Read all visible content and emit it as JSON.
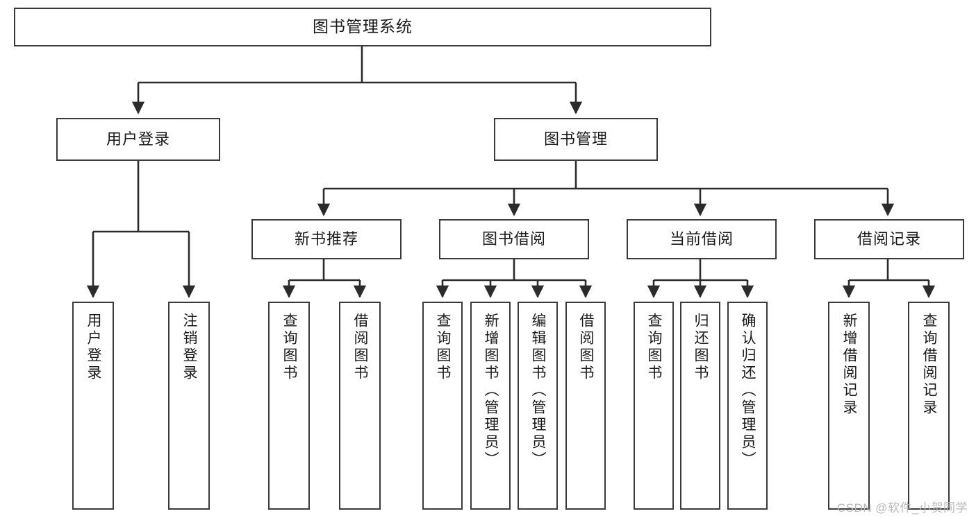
{
  "diagram": {
    "type": "tree-hierarchy-chart",
    "title": "图书管理系统",
    "orientation": "top-down",
    "colors": {
      "box_border": "#3a3a3a",
      "box_fill": "#ffffff",
      "edge": "#2b2b2b",
      "text": "#1a1a1a",
      "watermark": "#b9b9b9",
      "background": "#ffffff"
    }
  },
  "nodes": {
    "root": {
      "label": "图书管理系统"
    },
    "level2": [
      {
        "id": "user-login",
        "label": "用户登录"
      },
      {
        "id": "book-manage",
        "label": "图书管理"
      }
    ],
    "level3": [
      {
        "id": "new-book-recommend",
        "label": "新书推荐"
      },
      {
        "id": "book-borrow",
        "label": "图书借阅"
      },
      {
        "id": "current-borrow",
        "label": "当前借阅"
      },
      {
        "id": "borrow-record",
        "label": "借阅记录"
      }
    ],
    "leaves": {
      "user-login": [
        {
          "id": "leaf-user-login",
          "label": "用户登录"
        },
        {
          "id": "leaf-user-logout",
          "label": "注销登录"
        }
      ],
      "new-book-recommend": [
        {
          "id": "leaf-query-book-1",
          "label": "查询图书"
        },
        {
          "id": "leaf-borrow-book-1",
          "label": "借阅图书"
        }
      ],
      "book-borrow": [
        {
          "id": "leaf-query-book-2",
          "label": "查询图书"
        },
        {
          "id": "leaf-add-book",
          "label": "新增图书（管理员）"
        },
        {
          "id": "leaf-edit-book",
          "label": "编辑图书（管理员）"
        },
        {
          "id": "leaf-borrow-book-2",
          "label": "借阅图书"
        }
      ],
      "current-borrow": [
        {
          "id": "leaf-query-book-3",
          "label": "查询图书"
        },
        {
          "id": "leaf-return-book",
          "label": "归还图书"
        },
        {
          "id": "leaf-confirm-return",
          "label": "确认归还（管理员）"
        }
      ],
      "borrow-record": [
        {
          "id": "leaf-add-record",
          "label": "新增借阅记录"
        },
        {
          "id": "leaf-query-record",
          "label": "查询借阅记录"
        }
      ]
    }
  },
  "watermark": {
    "text": "CSDN @软件_小贺同学"
  }
}
